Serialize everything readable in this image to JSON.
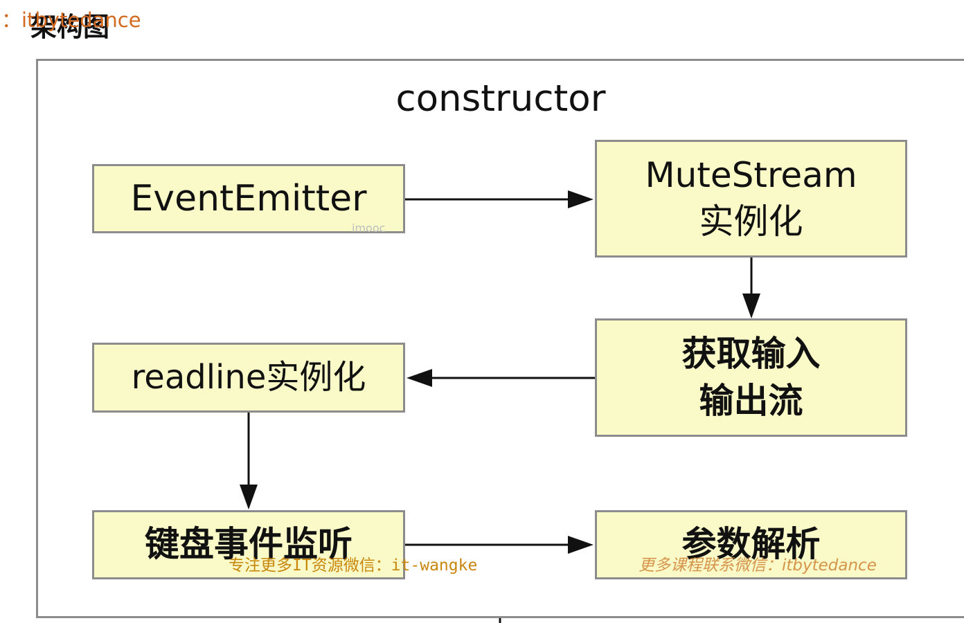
{
  "watermark_top": "：itbytedance",
  "page_title": "架构图",
  "diagram": {
    "title": "constructor",
    "boxes": {
      "event_emitter": [
        "EventEmitter"
      ],
      "mute_stream": [
        "MuteStream",
        "实例化"
      ],
      "get_io_stream": [
        "获取输入",
        "输出流"
      ],
      "readline": [
        "readline实例化"
      ],
      "keyboard_listen": [
        "键盘事件监听"
      ],
      "param_parse": [
        "参数解析"
      ]
    }
  },
  "watermarks": {
    "imooc": "imooc",
    "middle": "专注更多IT资源微信：it-wangke",
    "right": "更多课程联系微信：itbytedance"
  },
  "colors": {
    "box_fill": "#fafac8",
    "box_border": "#8c8c8c",
    "watermark": "#c8860a"
  }
}
